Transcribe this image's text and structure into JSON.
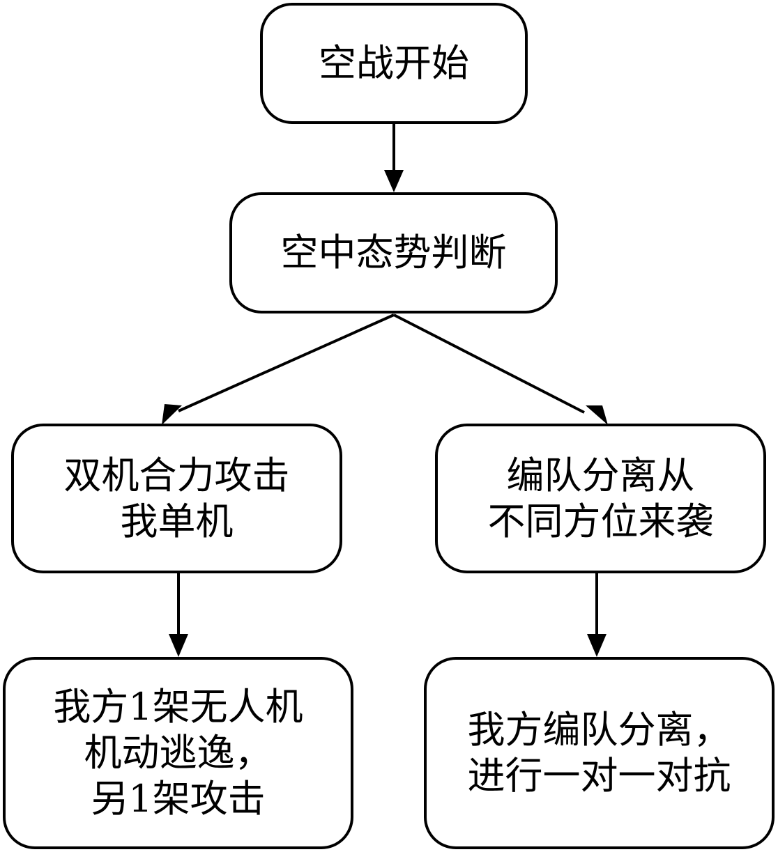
{
  "diagram": {
    "nodes": {
      "start": {
        "lines": [
          "空战开始"
        ]
      },
      "assess": {
        "lines": [
          "空中态势判断"
        ]
      },
      "left_condition": {
        "lines": [
          "双机合力攻击",
          "我单机"
        ]
      },
      "right_condition": {
        "lines": [
          "编队分离从",
          "不同方位来袭"
        ]
      },
      "left_response": {
        "lines": [
          "我方1架无人机",
          "机动逃逸，",
          "另1架攻击"
        ]
      },
      "right_response": {
        "lines": [
          "我方编队分离，",
          "进行一对一对抗"
        ]
      }
    },
    "edges": [
      {
        "from": "start",
        "to": "assess"
      },
      {
        "from": "assess",
        "to": "left_condition"
      },
      {
        "from": "assess",
        "to": "right_condition"
      },
      {
        "from": "left_condition",
        "to": "left_response"
      },
      {
        "from": "right_condition",
        "to": "right_response"
      }
    ],
    "colors": {
      "stroke": "#000000",
      "fill": "#ffffff",
      "text": "#000000"
    }
  }
}
